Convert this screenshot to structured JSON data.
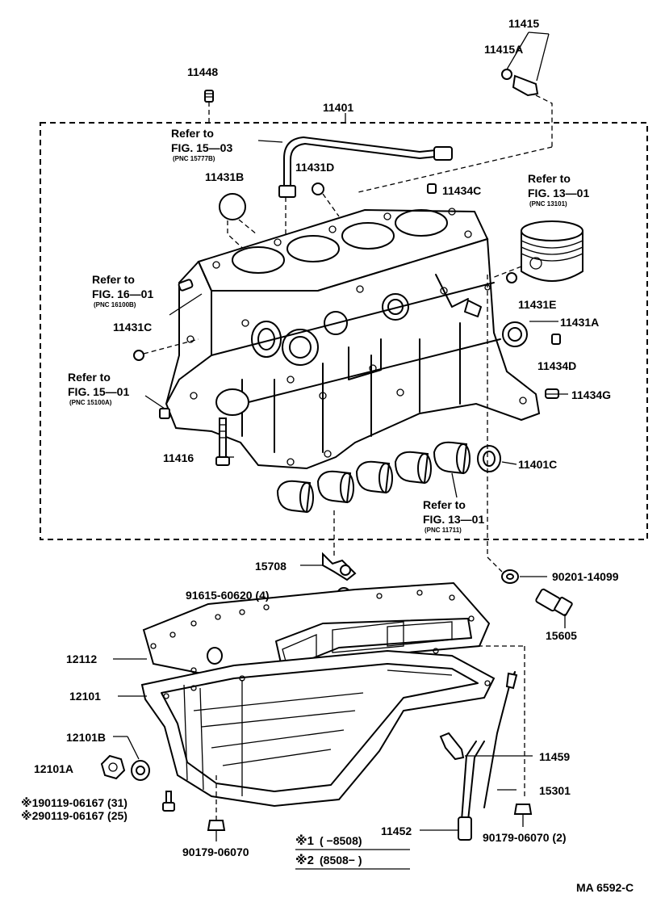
{
  "parts": {
    "p11415": "11415",
    "p11415A": "11415A",
    "p11448": "11448",
    "p11401": "11401",
    "p11431B": "11431B",
    "p11431D": "11431D",
    "p11434C": "11434C",
    "p11431E": "11431E",
    "p11431A": "11431A",
    "p11434D": "11434D",
    "p11434G": "11434G",
    "p11431C": "11431C",
    "p11416": "11416",
    "p11401C": "11401C",
    "p15708": "15708",
    "p90201": "90201-14099",
    "p91615": "91615-60620 (4)",
    "p15605": "15605",
    "p12112": "12112",
    "p12101": "12101",
    "p12101B": "12101B",
    "p12101A": "12101A",
    "p90119a": "※190119-06167 (31)",
    "p90119b": "※290119-06167 (25)",
    "p11459": "11459",
    "p15301": "15301",
    "p11452": "11452",
    "p90179b": "90179-06070 (2)",
    "p90179a": "90179-06070"
  },
  "refs": {
    "r1": {
      "line1": "Refer to",
      "line2": "FIG. 15—03",
      "pnc": "(PNC 15777B)"
    },
    "r2": {
      "line1": "Refer to",
      "line2": "FIG. 13—01",
      "pnc": "(PNC 13101)"
    },
    "r3": {
      "line1": "Refer to",
      "line2": "FIG. 16—01",
      "pnc": "(PNC 16100B)"
    },
    "r4": {
      "line1": "Refer to",
      "line2": "FIG. 15—01",
      "pnc": "(PNC 15100A)"
    },
    "r5": {
      "line1": "Refer to",
      "line2": "FIG. 13—01",
      "pnc": "(PNC 11711)"
    }
  },
  "legend": {
    "row1_mark": "※1",
    "row1_text": "(       −8508)",
    "row2_mark": "※2",
    "row2_text": "(8508−        )"
  },
  "figure_code": "MA 6592-C"
}
